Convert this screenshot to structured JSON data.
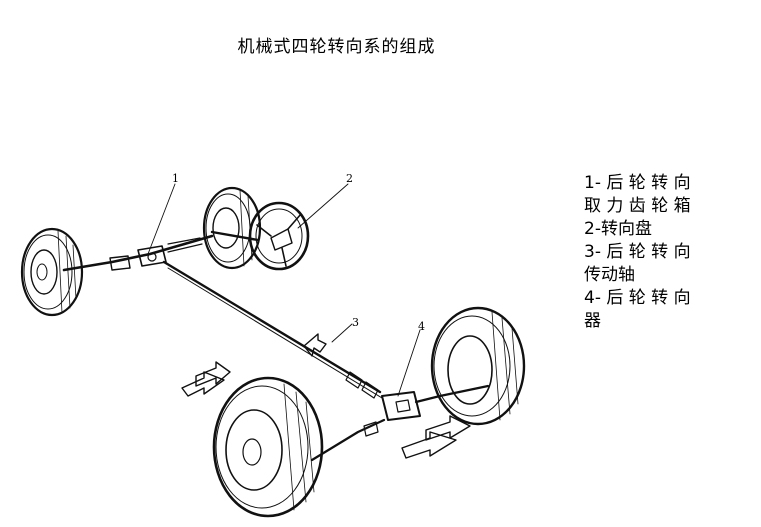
{
  "title": "机械式四轮转向系的组成",
  "callouts": [
    "1",
    "2",
    "3",
    "4"
  ],
  "legend": {
    "lines": [
      "1- 后 轮 转 向",
      "取 力 齿 轮 箱",
      "2-转向盘",
      "3- 后 轮 转 向",
      "传动轴",
      "4- 后 轮 转 向",
      "器"
    ]
  }
}
